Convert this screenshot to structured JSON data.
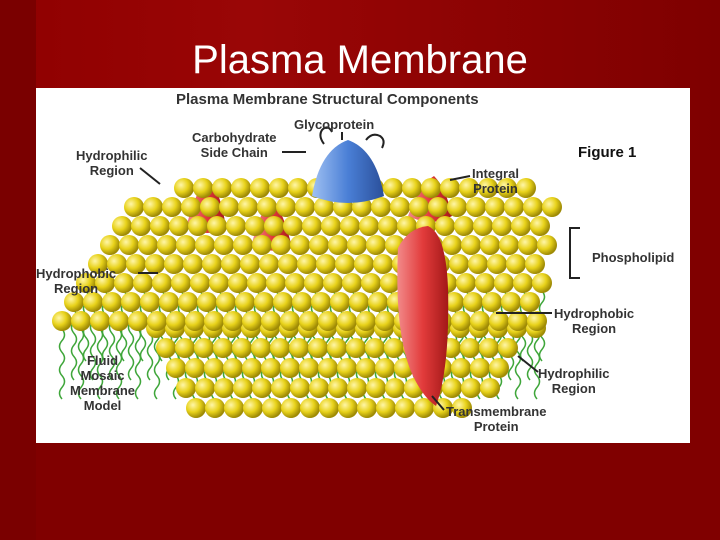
{
  "slide": {
    "title": "Plasma Membrane"
  },
  "figure": {
    "title": "Plasma Membrane Structural Components",
    "figure_number": "Figure 1",
    "labels": {
      "carbohydrate_1": "Carbohydrate",
      "carbohydrate_2": "Side Chain",
      "glycoprotein": "Glycoprotein",
      "hydrophilic_top_1": "Hydrophilic",
      "hydrophilic_top_2": "Region",
      "integral_1": "Integral",
      "integral_2": "Protein",
      "phospholipid": "Phospholipid",
      "hydrophobic_left_1": "Hydrophobic",
      "hydrophobic_left_2": "Region",
      "hydrophobic_right_1": "Hydrophobic",
      "hydrophobic_right_2": "Region",
      "fluid_1": "Fluid",
      "fluid_2": "Mosaic",
      "fluid_3": "Membrane",
      "fluid_4": "Model",
      "hydrophilic_bottom_1": "Hydrophilic",
      "hydrophilic_bottom_2": "Region",
      "transmembrane_1": "Transmembrane",
      "transmembrane_2": "Protein"
    },
    "colors": {
      "head": "#e8d21a",
      "tail": "#3fa63a",
      "protein": "#e23b3b",
      "glycoprotein": "#4a7fd6"
    }
  }
}
